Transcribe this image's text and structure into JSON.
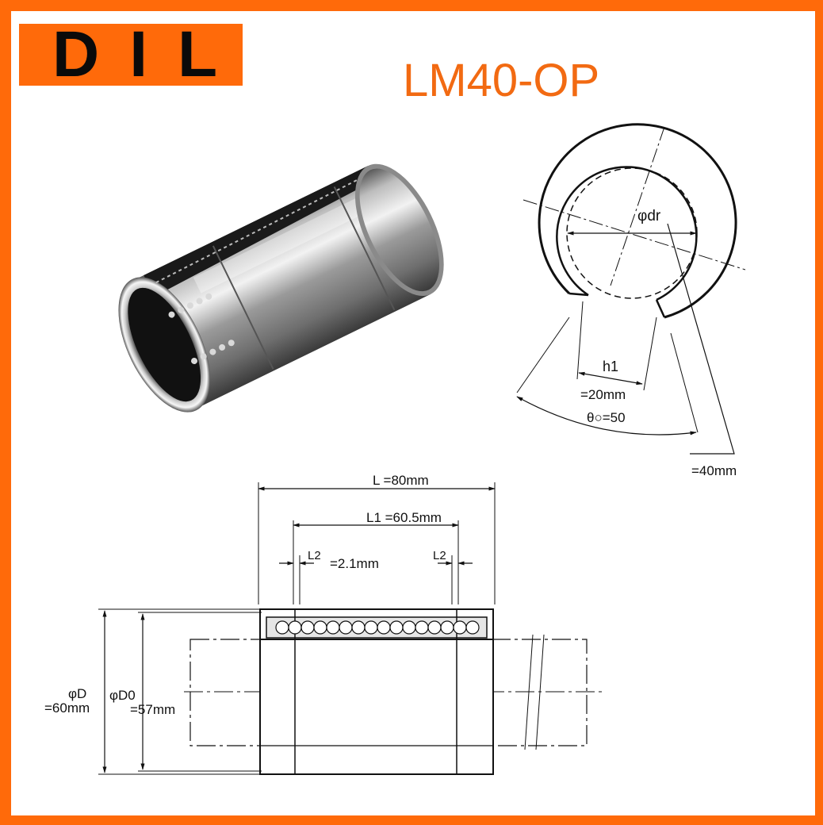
{
  "brand": {
    "logo_text": "DIL",
    "color": "#ff6a0a"
  },
  "model": {
    "name": "LM40-OP",
    "color": "#f26a12"
  },
  "section_view": {
    "bore_label": "φdr",
    "slot_width_label": "h1",
    "slot_width_value": "=20mm",
    "slot_angle_label": "θ○=50",
    "bore_value": "=40mm"
  },
  "side_view": {
    "length_label": "L =80mm",
    "l1_label": "L1 =60.5mm",
    "l2_label_left": "L2",
    "l2_value": "=2.1mm",
    "l2_label_right": "L2",
    "outer_diameter_label": "φD",
    "outer_diameter_value": "=60mm",
    "groove_diameter_label": "φD0",
    "groove_diameter_value": "=57mm"
  },
  "icons": [
    "linear-bearing-photo",
    "cross-section-drawing",
    "side-section-drawing"
  ]
}
